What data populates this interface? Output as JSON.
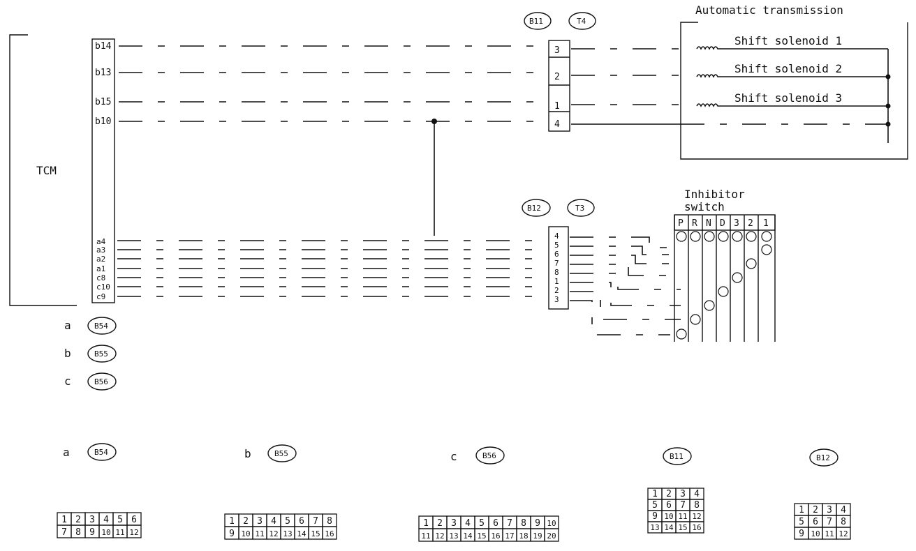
{
  "tcm": {
    "label": "TCM",
    "pins_b": [
      "b14",
      "b13",
      "b15",
      "b10"
    ],
    "pins_low": [
      "a4",
      "a3",
      "a2",
      "a1",
      "c8",
      "c10",
      "c9"
    ]
  },
  "at": {
    "title": "Automatic transmission",
    "solenoids": [
      "Shift solenoid 1",
      "Shift solenoid 2",
      "Shift solenoid 3"
    ]
  },
  "connectors_top": {
    "left": "B11",
    "right": "T4",
    "pins": [
      "3",
      "2",
      "1",
      "4"
    ]
  },
  "connectors_mid": {
    "left": "B12",
    "right": "T3",
    "pins": [
      "4",
      "5",
      "6",
      "7",
      "8",
      "1",
      "2",
      "3"
    ]
  },
  "inhibitor": {
    "title_line1": "Inhibitor",
    "title_line2": "switch",
    "positions": [
      "P",
      "R",
      "N",
      "D",
      "3",
      "2",
      "1"
    ]
  },
  "legend": [
    {
      "key": "a",
      "code": "B54"
    },
    {
      "key": "b",
      "code": "B55"
    },
    {
      "key": "c",
      "code": "B56"
    }
  ],
  "connector_faces": [
    {
      "key": "a",
      "code": "B54",
      "rows": [
        [
          "1",
          "2",
          "3",
          "4",
          "5",
          "6"
        ],
        [
          "7",
          "8",
          "9",
          "10",
          "11",
          "12"
        ]
      ]
    },
    {
      "key": "b",
      "code": "B55",
      "rows": [
        [
          "1",
          "2",
          "3",
          "4",
          "5",
          "6",
          "7",
          "8"
        ],
        [
          "9",
          "10",
          "11",
          "12",
          "13",
          "14",
          "15",
          "16"
        ]
      ]
    },
    {
      "key": "c",
      "code": "B56",
      "rows": [
        [
          "1",
          "2",
          "3",
          "4",
          "5",
          "6",
          "7",
          "8",
          "9",
          "10"
        ],
        [
          "11",
          "12",
          "13",
          "14",
          "15",
          "16",
          "17",
          "18",
          "19",
          "20"
        ]
      ]
    },
    {
      "key": "",
      "code": "B11",
      "rows": [
        [
          "1",
          "2",
          "3",
          "4"
        ],
        [
          "5",
          "6",
          "7",
          "8"
        ],
        [
          "9",
          "10",
          "11",
          "12"
        ],
        [
          "13",
          "14",
          "15",
          "16"
        ]
      ]
    },
    {
      "key": "",
      "code": "B12",
      "rows": [
        [
          "1",
          "2",
          "3",
          "4"
        ],
        [
          "5",
          "6",
          "7",
          "8"
        ],
        [
          "9",
          "10",
          "11",
          "12"
        ]
      ]
    }
  ]
}
